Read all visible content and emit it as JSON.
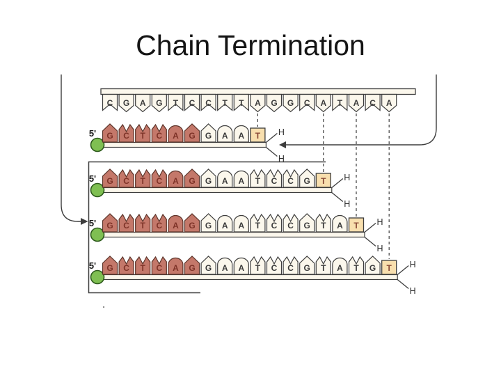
{
  "title": "Chain Termination",
  "diagram": {
    "template_strand": {
      "sequence": "CGAGTCCTTAGGCATACA"
    },
    "paired_template_positions": [
      10,
      14,
      16,
      18
    ],
    "strands": [
      {
        "five_prime": "5'",
        "sequence": "GCTCAGGAAT",
        "primer_length": 6,
        "terminator_base": "T",
        "h_top": "H",
        "h_bottom": "H"
      },
      {
        "five_prime": "5'",
        "sequence": "GCTCAGGAATCCGT",
        "primer_length": 6,
        "terminator_base": "T",
        "h_top": "H",
        "h_bottom": "H"
      },
      {
        "five_prime": "5'",
        "sequence": "GCTCAGGAATCCGTAT",
        "primer_length": 6,
        "terminator_base": "T",
        "h_top": "H",
        "h_bottom": "H"
      },
      {
        "five_prime": "5'",
        "sequence": "GCTCAGGAATCCGTATGT",
        "primer_length": 6,
        "terminator_base": "T",
        "h_top": "H",
        "h_bottom": "H"
      }
    ]
  },
  "colors": {
    "primer_fill": "#c4786a",
    "primer_letter": "#7e3328",
    "primer_stroke": "#5c342a",
    "extension_fill": "#fbf7ec",
    "extension_letter": "#3c3c3c",
    "terminator_fill": "#f8dfae",
    "terminator_letter": "#8a4a38",
    "dot_fill": "#7fbf52",
    "dot_stroke": "#2d5a1c",
    "outline": "#3d3d3d",
    "background": "#ffffff"
  }
}
